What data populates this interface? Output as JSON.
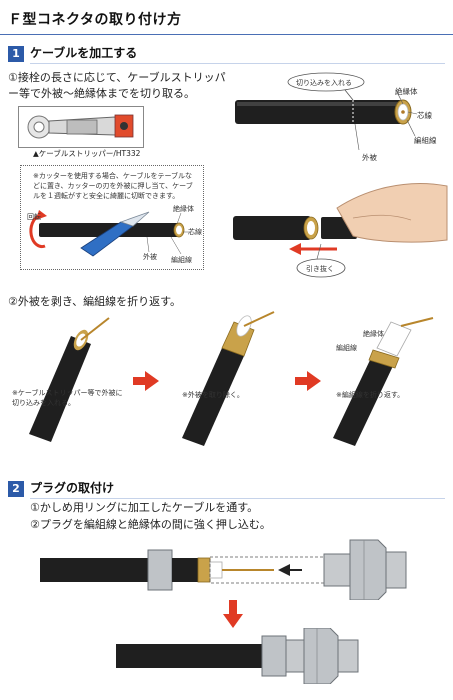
{
  "title": "Ｆ型コネクタの取り付け方",
  "section1": {
    "number": "1",
    "heading": "ケーブルを加工する",
    "step1_text": "①接栓の長さに応じて、ケーブルストリッパー等で外被～絶縁体までを切り取る。",
    "tool_caption": "▲ケーブルストリッパー/HT332",
    "diagram_labels": {
      "cut_bubble": "切り込みを入れる",
      "insulator": "絶縁体",
      "core": "芯線",
      "braid": "編組線",
      "sheath": "外被"
    },
    "note_text": "※カッターを使用する場合、ケーブルをテーブルなどに置き、カッターの刃を外被に押し当て、ケーブルを１週転がすと安全に綺麗に切断できます。",
    "note_labels": {
      "rotate": "回転",
      "insulator": "絶縁体",
      "core": "芯線",
      "sheath": "外被",
      "braid": "編組線"
    },
    "pull_label": "引き抜く",
    "step2_text": "②外被を剥き、編組線を折り返す。",
    "cap_a": "※ケーブルストリッパー等で外被に切り込みを入れる。",
    "cap_b": "※外被を取り除く。",
    "cap_c": "※編組線を折り返す。",
    "fold_labels": {
      "insulator": "絶縁体",
      "braid": "編組線"
    }
  },
  "section2": {
    "number": "2",
    "heading": "プラグの取付け",
    "line1": "①かしめ用リングに加工したケーブルを通す。",
    "line2": "②プラグを編組線と絶縁体の間に強く押し込む。"
  },
  "colors": {
    "accent_blue": "#2c5aa8",
    "arrow_red": "#e03a24",
    "cable_dark": "#1e1e1e",
    "braid_gold": "#c9a24a"
  }
}
